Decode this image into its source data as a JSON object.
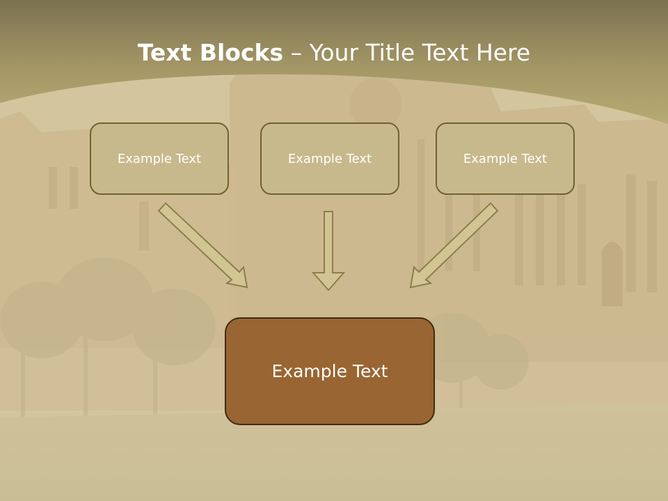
{
  "title": {
    "bold": "Text Blocks",
    "dash": " – ",
    "rest": "Your Title Text Here"
  },
  "blocks": [
    {
      "label": "Example Text"
    },
    {
      "label": "Example Text"
    },
    {
      "label": "Example Text"
    }
  ],
  "main_block": {
    "label": "Example Text"
  },
  "colors": {
    "header_band": "#b1a46c",
    "block_fill": "#c7b98c",
    "block_border": "#6f6230",
    "main_fill": "#996532",
    "main_border": "#3e2a12",
    "arrow_fill": "#d2c493",
    "arrow_stroke": "#8c7e4c"
  }
}
